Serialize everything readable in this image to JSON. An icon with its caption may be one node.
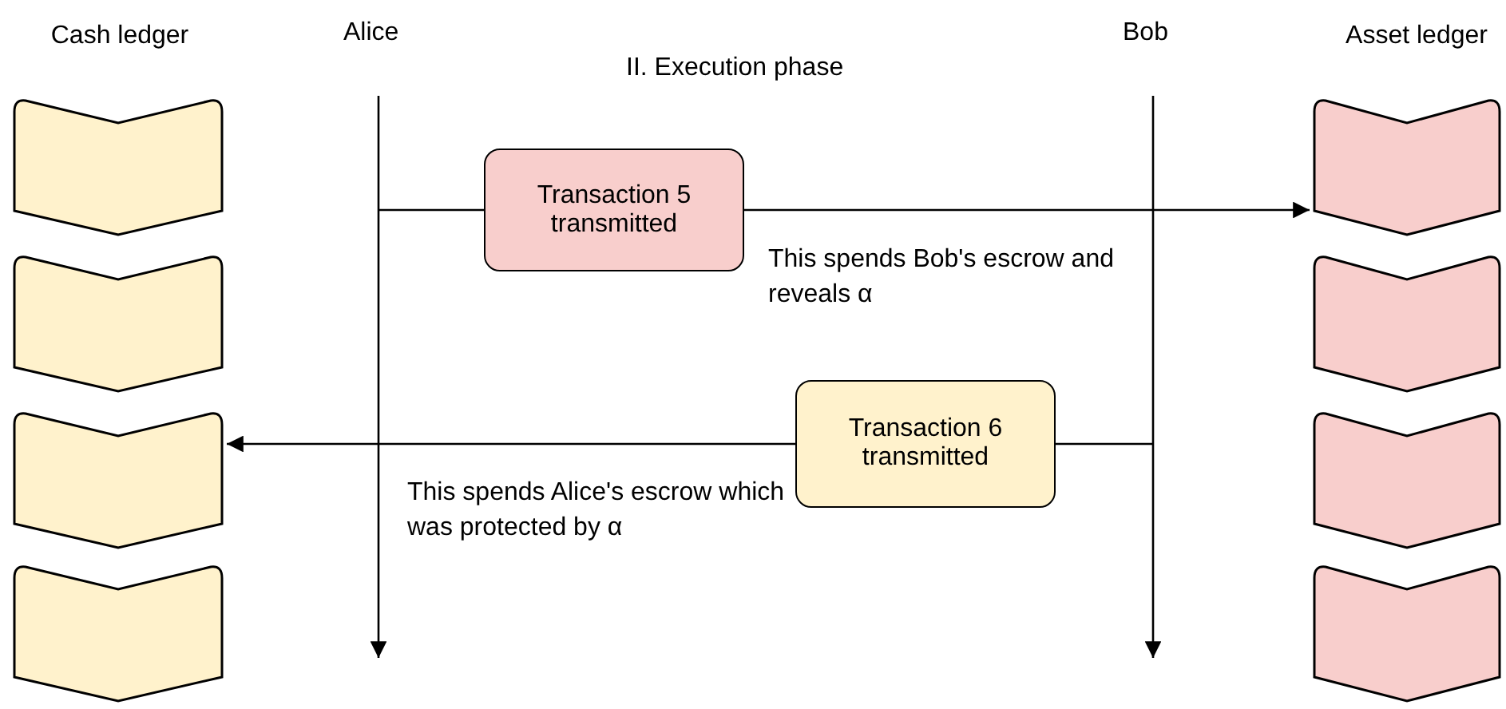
{
  "diagram": {
    "title": "II. Execution phase",
    "nodes": [
      {
        "text": [
          "Cash ledger"
        ]
      },
      {
        "text": [],
        "shape": "chevron",
        "in": 0
      },
      {
        "text": [],
        "shape": "chevron",
        "in": 0
      },
      {
        "text": [],
        "shape": "chevron",
        "in": 0
      },
      {
        "text": [],
        "shape": "chevron",
        "in": 0
      },
      {
        "text": [
          "Alice"
        ]
      },
      {
        "text": [
          "Bob"
        ]
      },
      {
        "text": [
          "Asset ledger"
        ]
      },
      {
        "text": [],
        "shape": "chevron",
        "in": 7
      },
      {
        "text": [],
        "shape": "chevron",
        "in": 7
      },
      {
        "text": [],
        "shape": "chevron",
        "in": 7
      },
      {
        "text": [],
        "shape": "chevron",
        "in": 7
      },
      {
        "text": [
          "Transaction 5 transmitted"
        ]
      },
      {
        "text": [
          "Transaction 6 transmitted"
        ]
      }
    ],
    "edges": [
      {
        "from": 5,
        "to": null,
        "arrow": "to"
      },
      {
        "from": 6,
        "to": null,
        "arrow": "to"
      },
      {
        "from": null,
        "to": 12,
        "arrow": "none"
      },
      {
        "from": 12,
        "to": 8,
        "arrow": "to"
      },
      {
        "from": null,
        "to": 13,
        "arrow": "none"
      },
      {
        "from": 13,
        "to": 3,
        "arrow": "to"
      }
    ],
    "labels": [
      "This spends Bob's escrow and reveals α",
      "This spends Alice's escrow which was protected by α"
    ]
  }
}
